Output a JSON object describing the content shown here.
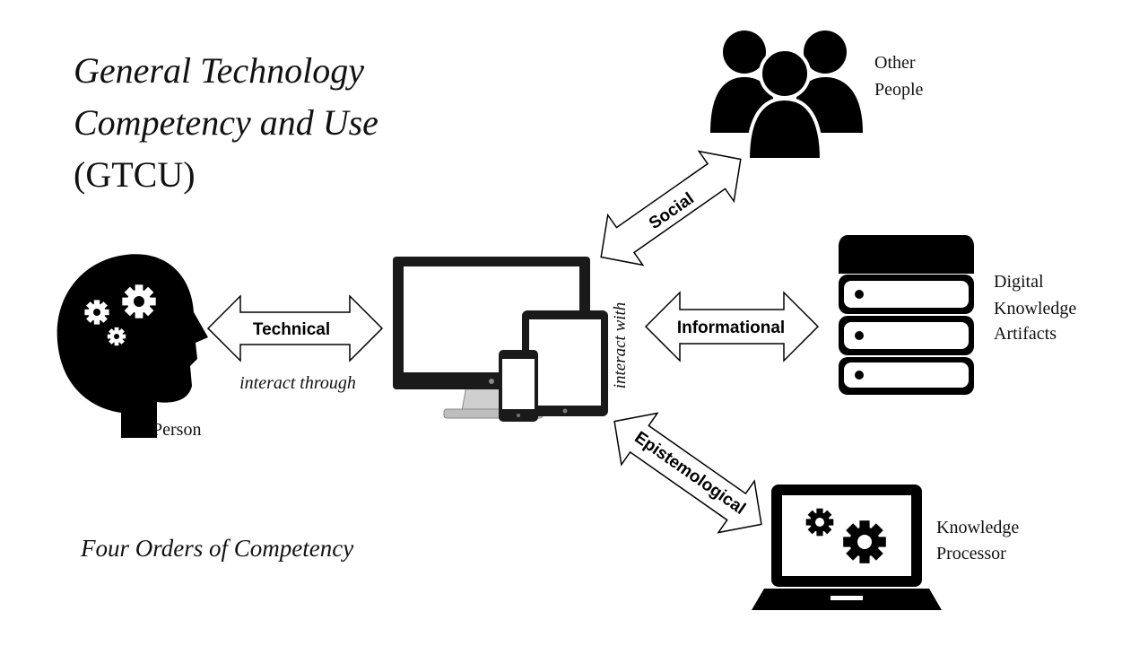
{
  "title": {
    "line1": "General Technology",
    "line2": "Competency and Use",
    "line3": "(GTCU)"
  },
  "subtitle": "Four Orders of Competency",
  "nodes": {
    "person": {
      "label": "Person",
      "icon": "head-gears-icon"
    },
    "devices": {
      "icon": "devices-icon"
    },
    "other_people": {
      "line1": "Other",
      "line2": "People",
      "icon": "people-icon"
    },
    "digital_artifacts": {
      "line1": "Digital",
      "line2": "Knowledge",
      "line3": "Artifacts",
      "icon": "database-icon"
    },
    "knowledge_processor": {
      "line1": "Knowledge",
      "line2": "Processor",
      "icon": "laptop-gears-icon"
    }
  },
  "connections": {
    "technical": {
      "label": "Technical"
    },
    "social": {
      "label": "Social"
    },
    "informational": {
      "label": "Informational"
    },
    "epistemological": {
      "label": "Epistemological"
    }
  },
  "annotations": {
    "interact_through": "interact through",
    "interact_with": "interact with"
  },
  "colors": {
    "ink": "#000000",
    "screen_frame": "#1a1a1a",
    "screen": "#ffffff",
    "stand": "#cfcfcf"
  }
}
